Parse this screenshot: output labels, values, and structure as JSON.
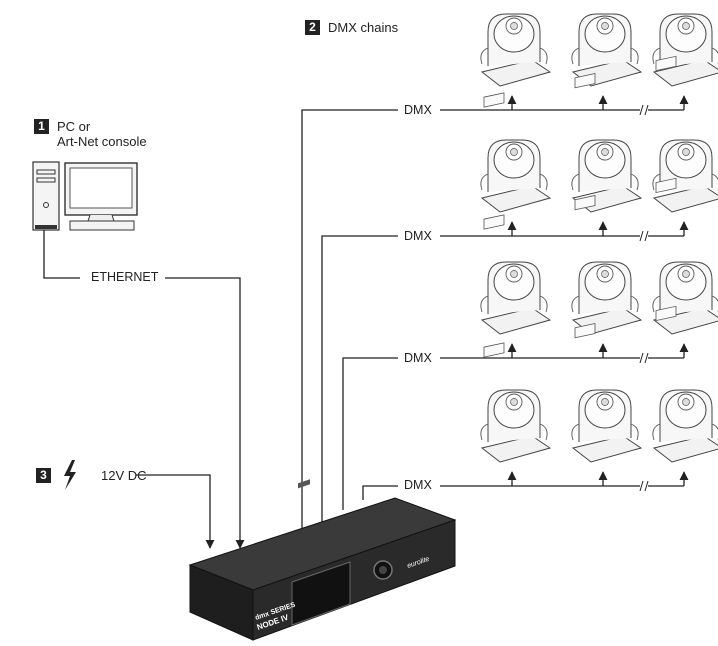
{
  "steps": [
    {
      "num": "1",
      "lines": [
        "PC or",
        "Art-Net console"
      ]
    },
    {
      "num": "2",
      "text": "DMX chains"
    },
    {
      "num": "3",
      "text": "12V DC"
    }
  ],
  "labels": {
    "ethernet": "ETHERNET",
    "dmx": [
      "DMX",
      "DMX",
      "DMX",
      "DMX"
    ]
  },
  "device": {
    "series": "dmx SERIES",
    "model": "NODE IV",
    "brand": "eurolite"
  },
  "icons": [
    "pc-tower-icon",
    "monitor-icon",
    "lightning-icon",
    "moving-head-icon",
    "cable-break-icon"
  ]
}
